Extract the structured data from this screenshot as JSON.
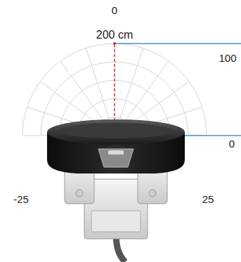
{
  "diagram": {
    "labels": [
      "0",
      "200 cm",
      "100",
      "0",
      "-25",
      "25"
    ]
  }
}
